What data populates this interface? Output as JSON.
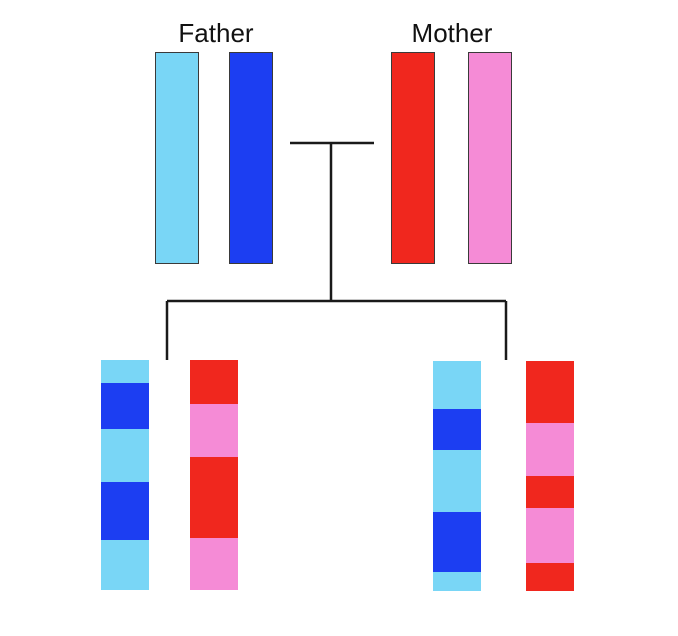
{
  "labels": {
    "father": "Father",
    "mother": "Mother"
  },
  "colors": {
    "light_blue": "#79d6f6",
    "dark_blue": "#1c3ef2",
    "red": "#f0271e",
    "pink": "#f58bd6",
    "line": "#1a1a1a"
  },
  "parents": [
    {
      "owner": "father",
      "color": "light_blue"
    },
    {
      "owner": "father",
      "color": "dark_blue"
    },
    {
      "owner": "mother",
      "color": "red"
    },
    {
      "owner": "mother",
      "color": "pink"
    }
  ],
  "offspring": [
    {
      "chromosomes": [
        {
          "segments": [
            {
              "color": "light_blue",
              "fraction": 0.1
            },
            {
              "color": "dark_blue",
              "fraction": 0.2
            },
            {
              "color": "light_blue",
              "fraction": 0.23
            },
            {
              "color": "dark_blue",
              "fraction": 0.25
            },
            {
              "color": "light_blue",
              "fraction": 0.22
            }
          ]
        },
        {
          "segments": [
            {
              "color": "red",
              "fraction": 0.19
            },
            {
              "color": "pink",
              "fraction": 0.23
            },
            {
              "color": "red",
              "fraction": 0.35
            },
            {
              "color": "pink",
              "fraction": 0.23
            }
          ]
        }
      ]
    },
    {
      "chromosomes": [
        {
          "segments": [
            {
              "color": "light_blue",
              "fraction": 0.21
            },
            {
              "color": "dark_blue",
              "fraction": 0.18
            },
            {
              "color": "light_blue",
              "fraction": 0.27
            },
            {
              "color": "dark_blue",
              "fraction": 0.26
            },
            {
              "color": "light_blue",
              "fraction": 0.08
            }
          ]
        },
        {
          "segments": [
            {
              "color": "red",
              "fraction": 0.27
            },
            {
              "color": "pink",
              "fraction": 0.23
            },
            {
              "color": "red",
              "fraction": 0.14
            },
            {
              "color": "pink",
              "fraction": 0.24
            },
            {
              "color": "red",
              "fraction": 0.12
            }
          ]
        }
      ]
    }
  ]
}
